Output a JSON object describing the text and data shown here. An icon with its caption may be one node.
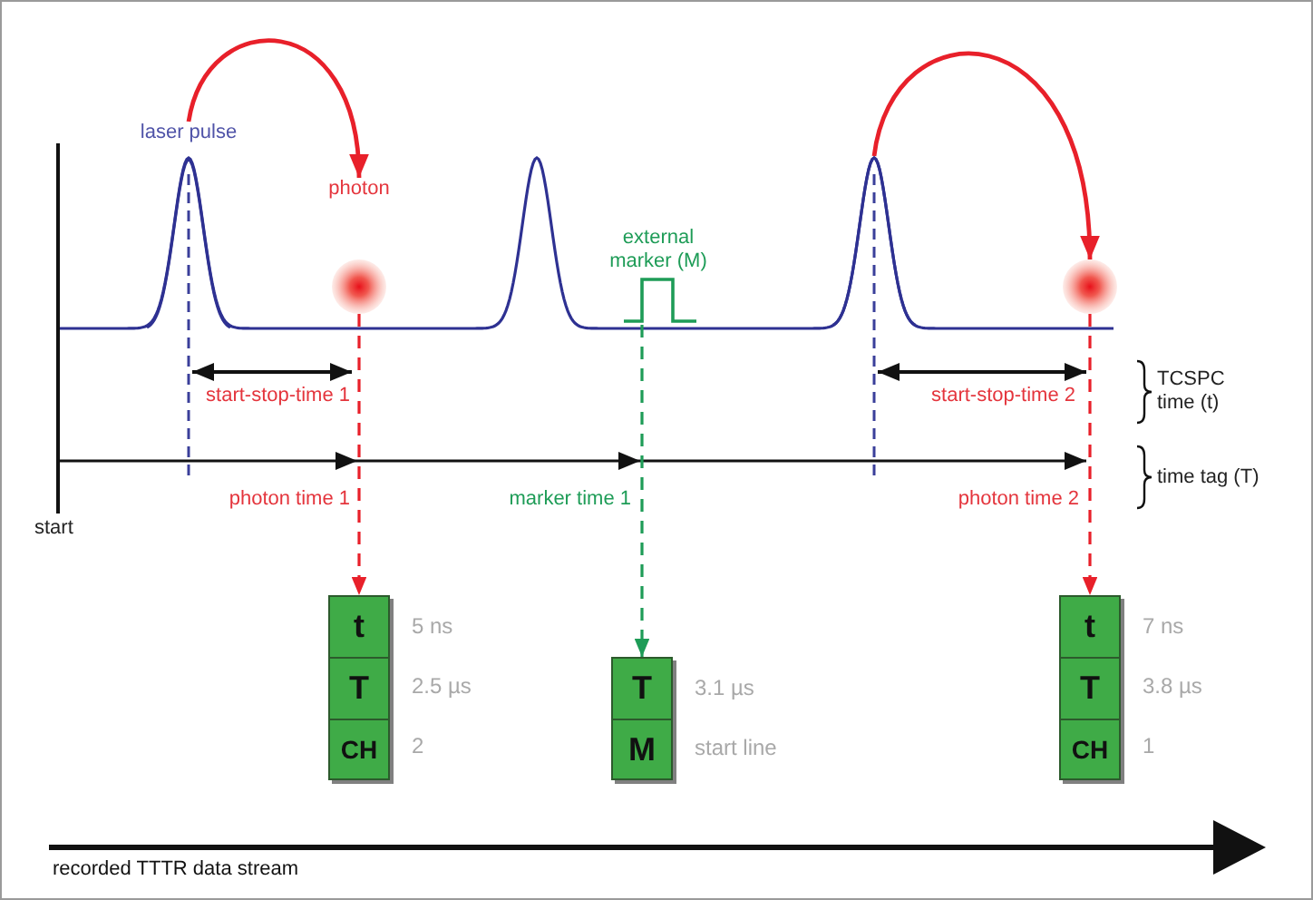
{
  "diagram": {
    "nodes": [
      {
        "text": [
          "laser pulse"
        ]
      },
      {
        "text": [
          "photon"
        ]
      },
      {
        "text": [
          "external marker (M)"
        ]
      },
      {
        "text": [],
        "shape": "peak"
      },
      {
        "text": [],
        "shape": "circle"
      },
      {
        "text": [],
        "shape": "box"
      },
      {
        "text": [
          "t"
        ],
        "in": 5,
        "beside": [
          "5 ns"
        ]
      },
      {
        "text": [
          "T"
        ],
        "in": 5,
        "beside": [
          "2.5 µs"
        ]
      },
      {
        "text": [
          "CH"
        ],
        "in": 5,
        "beside": [
          "2"
        ]
      },
      {
        "text": [],
        "shape": "box"
      },
      {
        "text": [
          "T"
        ],
        "in": 9,
        "beside": [
          "3.1 µs"
        ]
      },
      {
        "text": [
          "M"
        ],
        "in": 9,
        "beside": [
          "start line"
        ]
      },
      {
        "text": [],
        "shape": "box"
      },
      {
        "text": [
          "t"
        ],
        "in": 12,
        "beside": [
          "7 ns"
        ]
      },
      {
        "text": [
          "T"
        ],
        "in": 12,
        "beside": [
          "3.8 µs"
        ]
      },
      {
        "text": [
          "CH"
        ],
        "in": 12,
        "beside": [
          "1"
        ]
      }
    ],
    "edges": [
      {
        "from": 0,
        "to": 1,
        "arrow": "to"
      },
      {
        "from": 3,
        "to": 4,
        "arrow": "to"
      },
      {
        "from": 1,
        "to": 5,
        "arrow": "to",
        "style": "dashed"
      },
      {
        "from": 2,
        "to": 9,
        "arrow": "to",
        "style": "dashed",
        "color": "#1e9c57"
      },
      {
        "from": 4,
        "to": 12,
        "arrow": "to",
        "style": "dashed"
      }
    ],
    "labels": [
      "start-stop-time 1",
      "start-stop-time 2",
      "TCSPC time (t)",
      "time tag (T)",
      "photon time 1",
      "marker time 1",
      "photon time 2",
      "start",
      "recorded TTTR data stream"
    ]
  }
}
